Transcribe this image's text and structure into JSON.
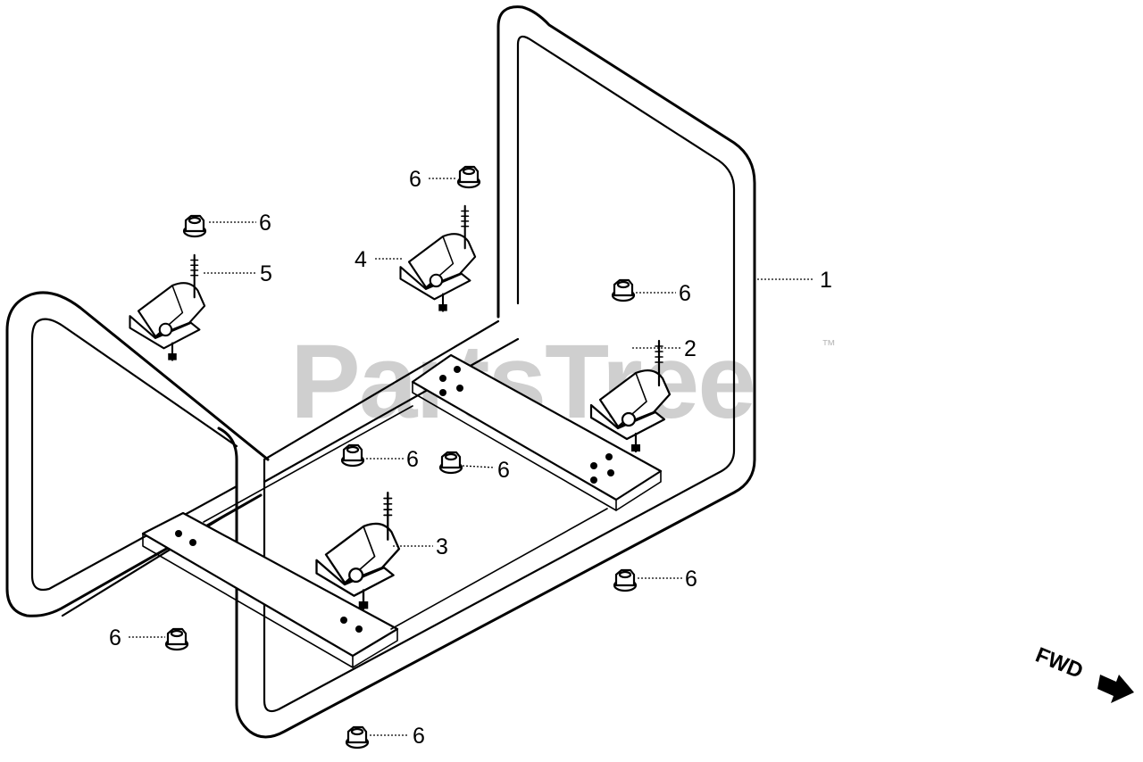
{
  "watermark": {
    "text": "PartsTree",
    "trademark": "™"
  },
  "direction_label": "FWD",
  "callouts": {
    "frame": "1",
    "mount_front_right": "2",
    "mount_front_center": "3",
    "mount_rear_right": "4",
    "mount_rear_left": "5",
    "nut": "6"
  }
}
